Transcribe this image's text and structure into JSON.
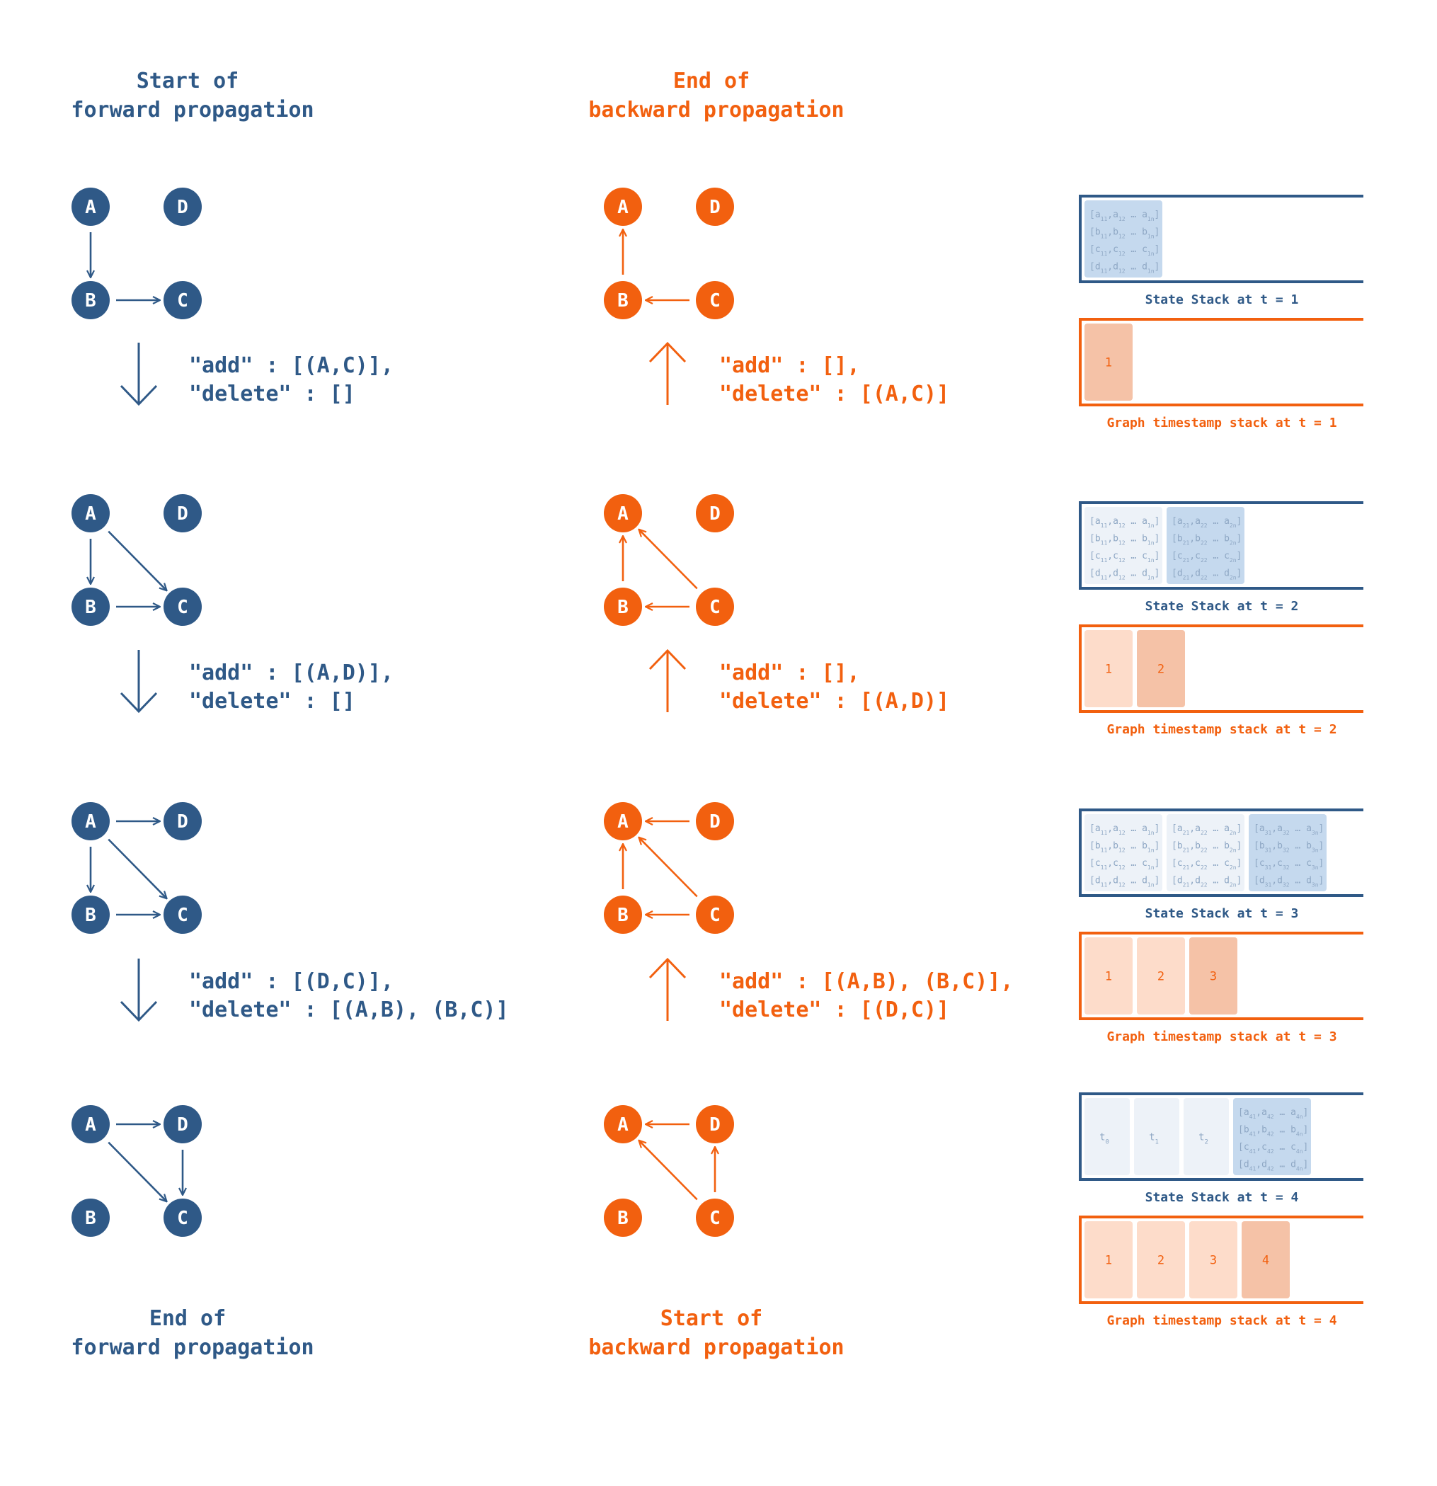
{
  "colors": {
    "forward": "#2f5987",
    "backward": "#f2600f",
    "state_cell_dark": "#c5d9ee",
    "state_cell_light": "#edf2f8",
    "state_text": "#8ea7c4",
    "ts_cell_dark": "#f5c2a7",
    "ts_cell_light": "#fddcca"
  },
  "headings": {
    "forward_start": [
      "Start of",
      "forward propagation"
    ],
    "forward_end": [
      "End of",
      "forward propagation"
    ],
    "backward_end": [
      "End of",
      "backward propagation"
    ],
    "backward_start": [
      "Start of",
      "backward propagation"
    ]
  },
  "node_labels": [
    "A",
    "B",
    "C",
    "D"
  ],
  "forward_graphs": [
    {
      "edges": [
        [
          "A",
          "B"
        ],
        [
          "B",
          "C"
        ]
      ]
    },
    {
      "edges": [
        [
          "A",
          "B"
        ],
        [
          "B",
          "C"
        ],
        [
          "A",
          "C"
        ]
      ]
    },
    {
      "edges": [
        [
          "A",
          "B"
        ],
        [
          "B",
          "C"
        ],
        [
          "A",
          "C"
        ],
        [
          "A",
          "D"
        ]
      ]
    },
    {
      "edges": [
        [
          "A",
          "D"
        ],
        [
          "A",
          "C"
        ],
        [
          "D",
          "C"
        ]
      ]
    }
  ],
  "backward_graphs": [
    {
      "edges": [
        [
          "B",
          "A"
        ],
        [
          "C",
          "B"
        ]
      ]
    },
    {
      "edges": [
        [
          "B",
          "A"
        ],
        [
          "C",
          "B"
        ],
        [
          "C",
          "A"
        ]
      ]
    },
    {
      "edges": [
        [
          "B",
          "A"
        ],
        [
          "C",
          "B"
        ],
        [
          "C",
          "A"
        ],
        [
          "D",
          "A"
        ]
      ]
    },
    {
      "edges": [
        [
          "D",
          "A"
        ],
        [
          "C",
          "A"
        ],
        [
          "C",
          "D"
        ]
      ]
    }
  ],
  "forward_deltas": [
    [
      "\"add\" : [(A,C)],",
      "\"delete\" : []"
    ],
    [
      "\"add\" : [(A,D)],",
      "\"delete\" : []"
    ],
    [
      "\"add\" : [(D,C)],",
      "\"delete\" : [(A,B), (B,C)]"
    ]
  ],
  "backward_deltas": [
    [
      "\"add\" : [],",
      "\"delete\" : [(A,C)]"
    ],
    [
      "\"add\" : [],",
      "\"delete\" : [(A,D)]"
    ],
    [
      "\"add\" : [(A,B), (B,C)],",
      "\"delete\" : [(D,C)]"
    ]
  ],
  "stacks": [
    {
      "state_label": "State Stack at  t = 1",
      "ts_label": "Graph timestamp stack at t = 1",
      "state_cells": [
        {
          "kind": "matrix",
          "dark": true,
          "rows": [
            {
              "v": "a",
              "s": [
                "11",
                "12",
                "1n"
              ]
            },
            {
              "v": "b",
              "s": [
                "11",
                "12",
                "1n"
              ]
            },
            {
              "v": "c",
              "s": [
                "11",
                "12",
                "1n"
              ]
            },
            {
              "v": "d",
              "s": [
                "11",
                "12",
                "1n"
              ]
            }
          ]
        }
      ],
      "ts_cells": [
        "1"
      ]
    },
    {
      "state_label": "State Stack at  t = 2",
      "ts_label": "Graph timestamp stack at t = 2",
      "state_cells": [
        {
          "kind": "matrix",
          "dark": false,
          "rows": [
            {
              "v": "a",
              "s": [
                "11",
                "12",
                "1n"
              ]
            },
            {
              "v": "b",
              "s": [
                "11",
                "12",
                "1n"
              ]
            },
            {
              "v": "c",
              "s": [
                "11",
                "12",
                "1n"
              ]
            },
            {
              "v": "d",
              "s": [
                "11",
                "12",
                "1n"
              ]
            }
          ]
        },
        {
          "kind": "matrix",
          "dark": true,
          "rows": [
            {
              "v": "a",
              "s": [
                "21",
                "22",
                "2n"
              ]
            },
            {
              "v": "b",
              "s": [
                "21",
                "22",
                "2n"
              ]
            },
            {
              "v": "c",
              "s": [
                "21",
                "22",
                "2n"
              ]
            },
            {
              "v": "d",
              "s": [
                "21",
                "22",
                "2n"
              ]
            }
          ]
        }
      ],
      "ts_cells": [
        "1",
        "2"
      ]
    },
    {
      "state_label": "State Stack at  t = 3",
      "ts_label": "Graph timestamp stack at t = 3",
      "state_cells": [
        {
          "kind": "matrix",
          "dark": false,
          "rows": [
            {
              "v": "a",
              "s": [
                "11",
                "12",
                "1n"
              ]
            },
            {
              "v": "b",
              "s": [
                "11",
                "12",
                "1n"
              ]
            },
            {
              "v": "c",
              "s": [
                "11",
                "12",
                "1n"
              ]
            },
            {
              "v": "d",
              "s": [
                "11",
                "12",
                "1n"
              ]
            }
          ]
        },
        {
          "kind": "matrix",
          "dark": false,
          "rows": [
            {
              "v": "a",
              "s": [
                "21",
                "22",
                "2n"
              ]
            },
            {
              "v": "b",
              "s": [
                "21",
                "22",
                "2n"
              ]
            },
            {
              "v": "c",
              "s": [
                "21",
                "22",
                "2n"
              ]
            },
            {
              "v": "d",
              "s": [
                "21",
                "22",
                "2n"
              ]
            }
          ]
        },
        {
          "kind": "matrix",
          "dark": true,
          "rows": [
            {
              "v": "a",
              "s": [
                "31",
                "32",
                "3n"
              ]
            },
            {
              "v": "b",
              "s": [
                "31",
                "32",
                "3n"
              ]
            },
            {
              "v": "c",
              "s": [
                "31",
                "32",
                "3n"
              ]
            },
            {
              "v": "d",
              "s": [
                "31",
                "32",
                "3n"
              ]
            }
          ]
        }
      ],
      "ts_cells": [
        "1",
        "2",
        "3"
      ]
    },
    {
      "state_label": "State Stack at  t = 4",
      "ts_label": "Graph timestamp stack at t = 4",
      "state_cells": [
        {
          "kind": "time",
          "label": "t",
          "sub": "0"
        },
        {
          "kind": "time",
          "label": "t",
          "sub": "1"
        },
        {
          "kind": "time",
          "label": "t",
          "sub": "2"
        },
        {
          "kind": "matrix",
          "dark": true,
          "rows": [
            {
              "v": "a",
              "s": [
                "41",
                "42",
                "4n"
              ]
            },
            {
              "v": "b",
              "s": [
                "41",
                "42",
                "4n"
              ]
            },
            {
              "v": "c",
              "s": [
                "41",
                "42",
                "4n"
              ]
            },
            {
              "v": "d",
              "s": [
                "41",
                "42",
                "4n"
              ]
            }
          ]
        }
      ],
      "ts_cells": [
        "1",
        "2",
        "3",
        "4"
      ]
    }
  ]
}
